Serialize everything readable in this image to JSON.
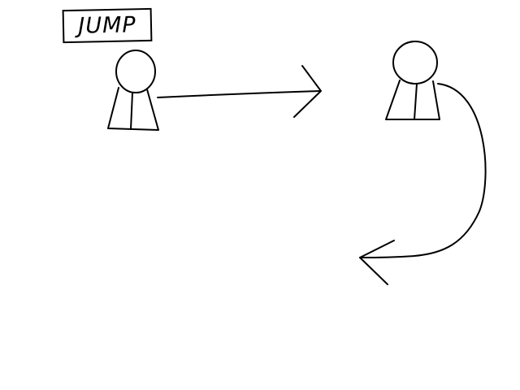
{
  "diagram": {
    "label": {
      "text": "JUMP"
    },
    "colors": {
      "ink": "#000000",
      "background": "#ffffff"
    },
    "figures": [
      {
        "id": "figure-start",
        "shape": "person-icon"
      },
      {
        "id": "figure-end",
        "shape": "person-icon"
      }
    ],
    "arrows": [
      {
        "id": "arrow-right",
        "direction": "right",
        "style": "straight"
      },
      {
        "id": "arrow-curve-back",
        "direction": "down-then-left",
        "style": "curved"
      }
    ]
  }
}
